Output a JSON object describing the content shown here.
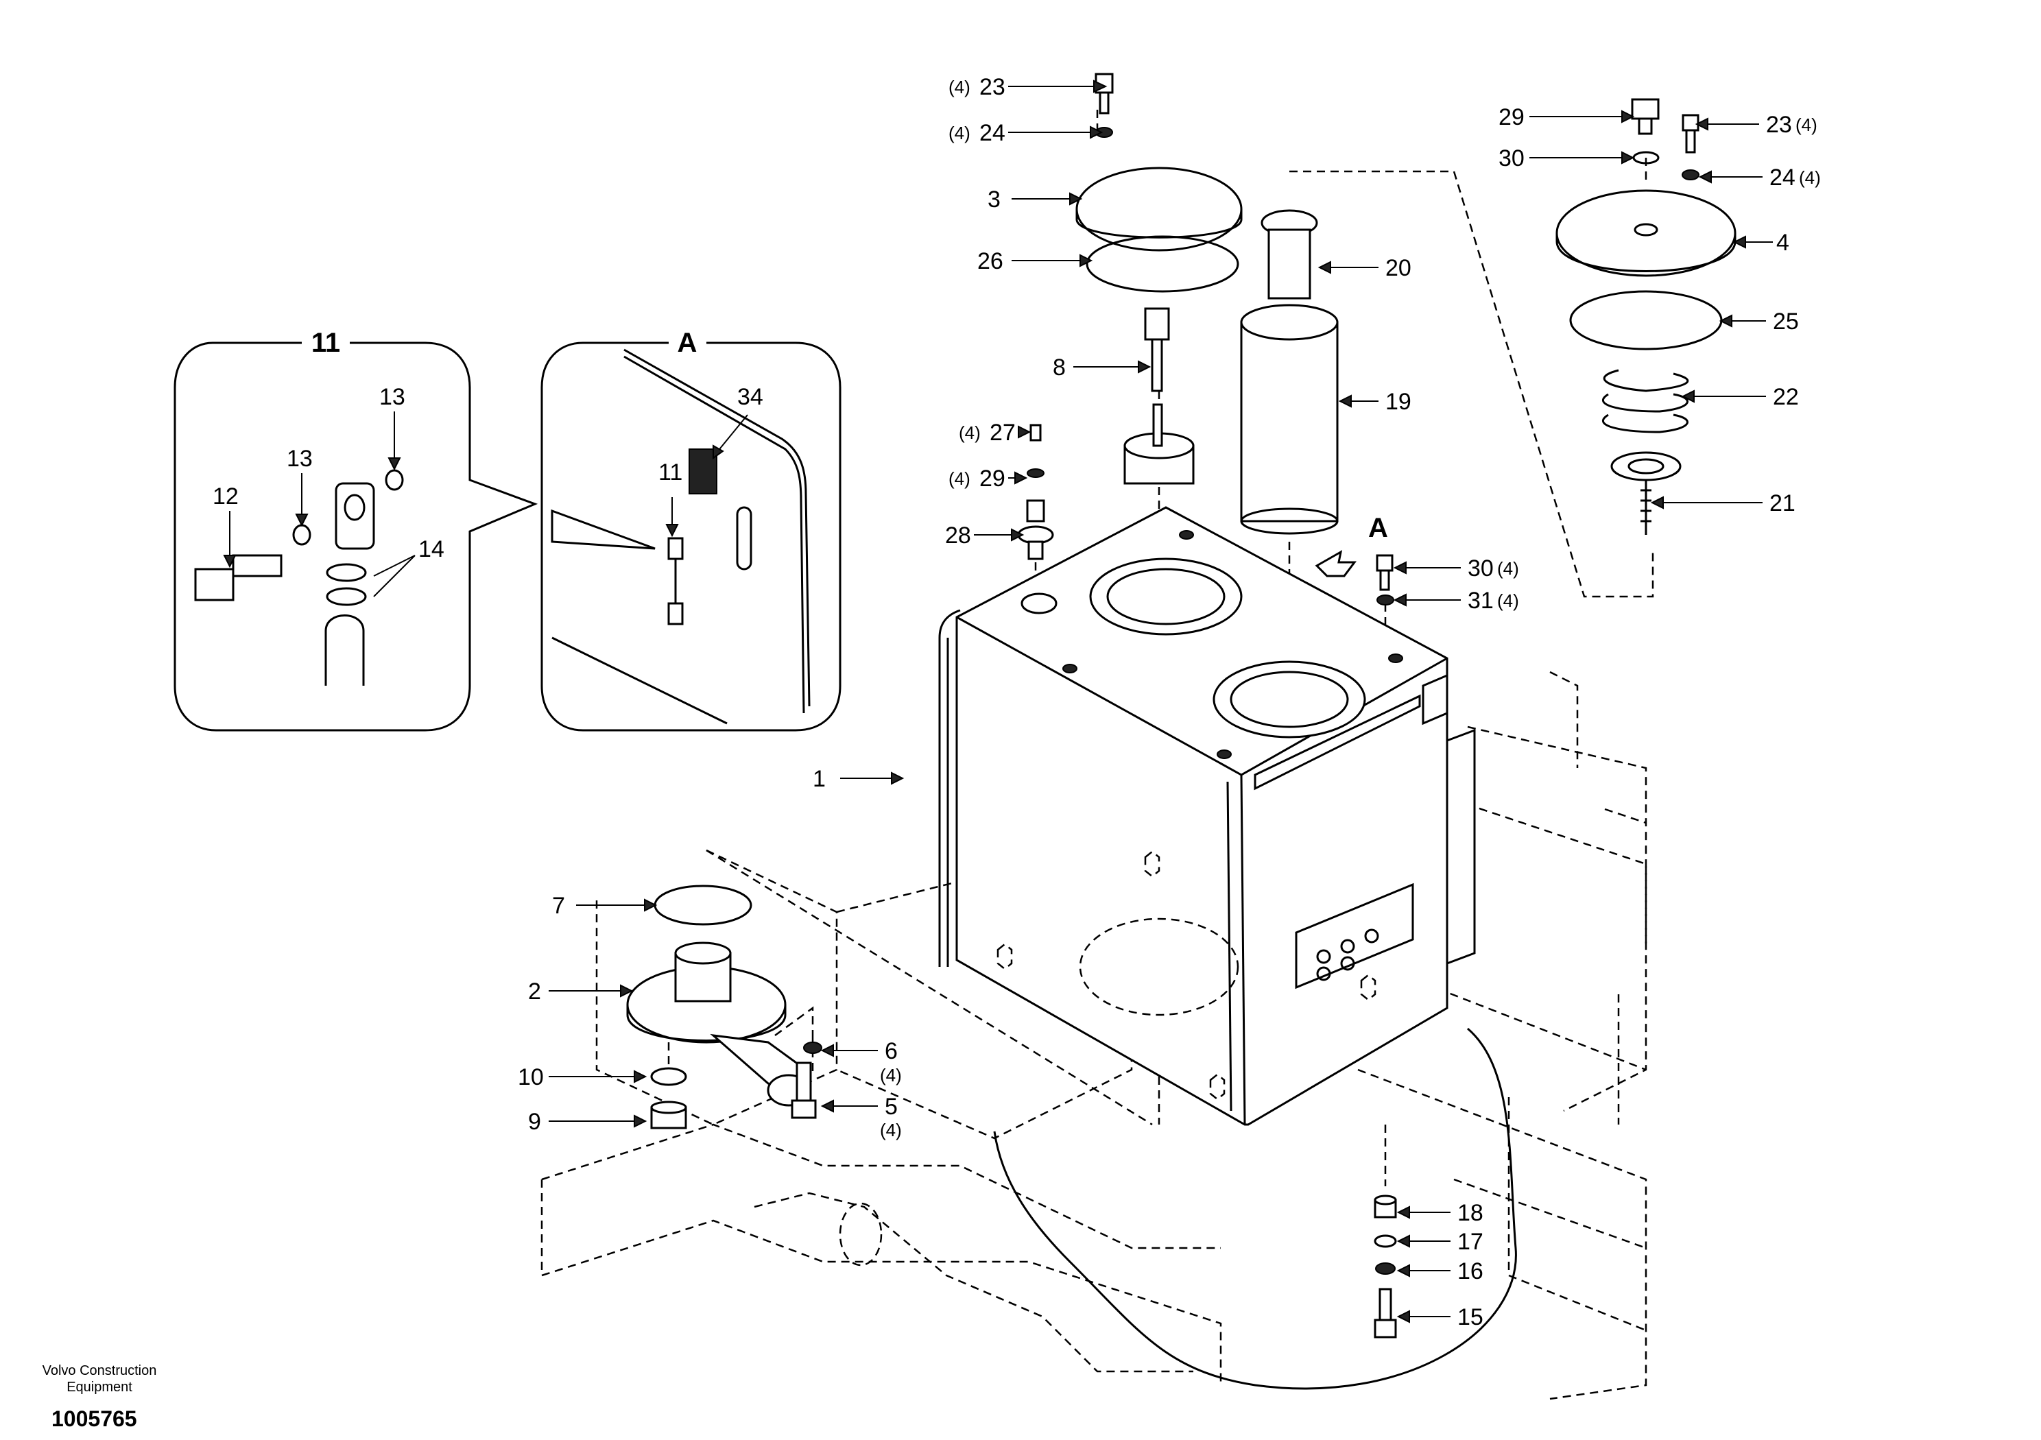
{
  "callouts": [
    {
      "id": "c1",
      "label": "1"
    },
    {
      "id": "c2",
      "label": "2"
    },
    {
      "id": "c3",
      "label": "3"
    },
    {
      "id": "c4",
      "label": "4"
    },
    {
      "id": "c5",
      "label": "5"
    },
    {
      "id": "c6",
      "label": "6"
    },
    {
      "id": "c7",
      "label": "7"
    },
    {
      "id": "c8",
      "label": "8"
    },
    {
      "id": "c9",
      "label": "9"
    },
    {
      "id": "c10",
      "label": "10"
    },
    {
      "id": "c12",
      "label": "12"
    },
    {
      "id": "c13a",
      "label": "13"
    },
    {
      "id": "c13b",
      "label": "13"
    },
    {
      "id": "c14",
      "label": "14"
    },
    {
      "id": "c15",
      "label": "15"
    },
    {
      "id": "c16",
      "label": "16"
    },
    {
      "id": "c17",
      "label": "17"
    },
    {
      "id": "c18",
      "label": "18"
    },
    {
      "id": "c19",
      "label": "19"
    },
    {
      "id": "c20",
      "label": "20"
    },
    {
      "id": "c21",
      "label": "21"
    },
    {
      "id": "c22",
      "label": "22"
    },
    {
      "id": "c23a",
      "label": "23"
    },
    {
      "id": "c23b",
      "label": "23"
    },
    {
      "id": "c24a",
      "label": "24"
    },
    {
      "id": "c24b",
      "label": "24"
    },
    {
      "id": "c25",
      "label": "25"
    },
    {
      "id": "c26",
      "label": "26"
    },
    {
      "id": "c27",
      "label": "27"
    },
    {
      "id": "c28",
      "label": "28"
    },
    {
      "id": "c29a",
      "label": "29"
    },
    {
      "id": "c29b",
      "label": "29"
    },
    {
      "id": "c30a",
      "label": "30"
    },
    {
      "id": "c30b",
      "label": "30"
    },
    {
      "id": "c31",
      "label": "31"
    },
    {
      "id": "c11d",
      "label": "11"
    },
    {
      "id": "c34",
      "label": "34"
    }
  ],
  "quantities": {
    "q23a": "(4)",
    "q24a": "(4)",
    "q27": "(4)",
    "q29a": "(4)",
    "q23b": "(4)",
    "q24b": "(4)",
    "q30b": "(4)",
    "q31": "(4)",
    "q6": "(4)",
    "q5": "(4)"
  },
  "detail_titles": {
    "detail_11": "11",
    "detail_a": "A",
    "view_arrow": "A"
  },
  "footer": {
    "brand_line1": "Volvo Construction",
    "brand_line2": "Equipment",
    "document_number": "1005765"
  }
}
